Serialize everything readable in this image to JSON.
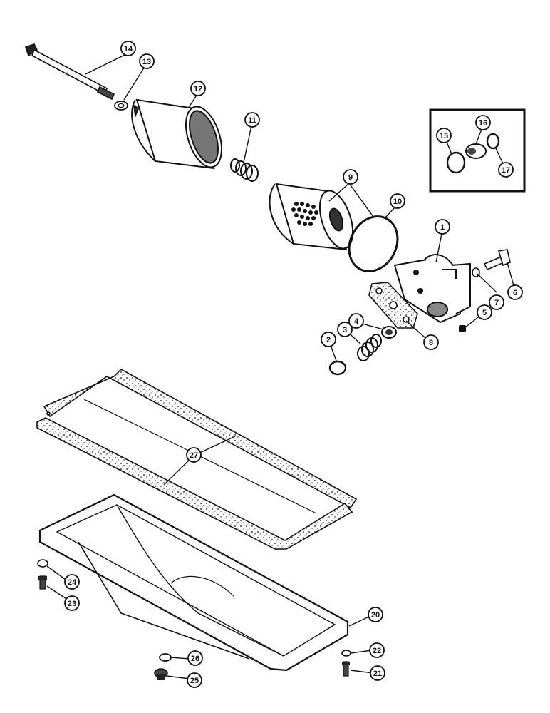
{
  "diagram": {
    "callouts": {
      "c1": "1",
      "c2": "2",
      "c3": "3",
      "c4": "4",
      "c5": "5",
      "c6": "6",
      "c7": "7",
      "c8": "8",
      "c9": "9",
      "c10": "10",
      "c11": "11",
      "c12": "12",
      "c13": "13",
      "c14": "14",
      "c15": "15",
      "c16": "16",
      "c17": "17",
      "c20": "20",
      "c21": "21",
      "c22": "22",
      "c23": "23",
      "c24": "24",
      "c25": "25",
      "c26": "26",
      "c27": "27"
    }
  }
}
